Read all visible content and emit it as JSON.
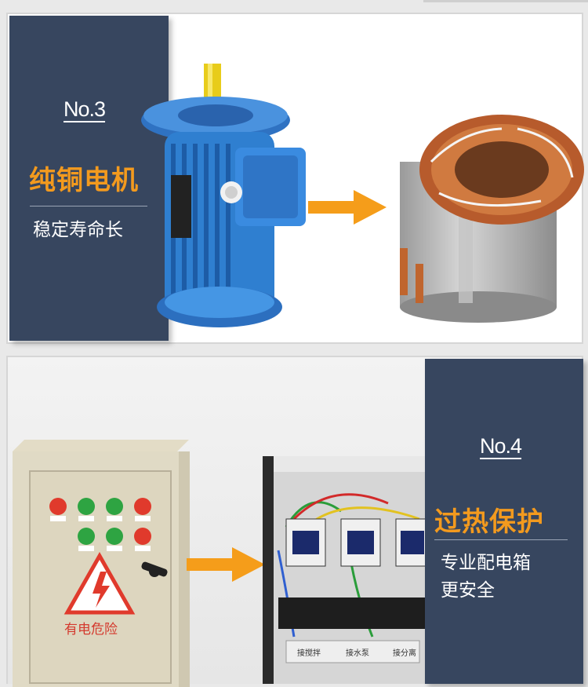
{
  "section3": {
    "number": "No.3",
    "title": "纯铜电机",
    "subtitle": "稳定寿命长",
    "colors": {
      "panel": "#37465f",
      "accent": "#f39a1e",
      "arrow": "#f59d1a",
      "motor": "#2f7fd0"
    },
    "images": [
      "blue-electric-motor",
      "copper-wound-stator"
    ]
  },
  "section4": {
    "number": "No.4",
    "title": "过热保护",
    "subtitle_line1": "专业配电箱",
    "subtitle_line2": "更安全",
    "box_warning_text": "有电危险",
    "terminal_labels": [
      "接搅拌",
      "接水泵",
      "接分离"
    ],
    "images": [
      "control-box",
      "wiring-interior"
    ]
  }
}
